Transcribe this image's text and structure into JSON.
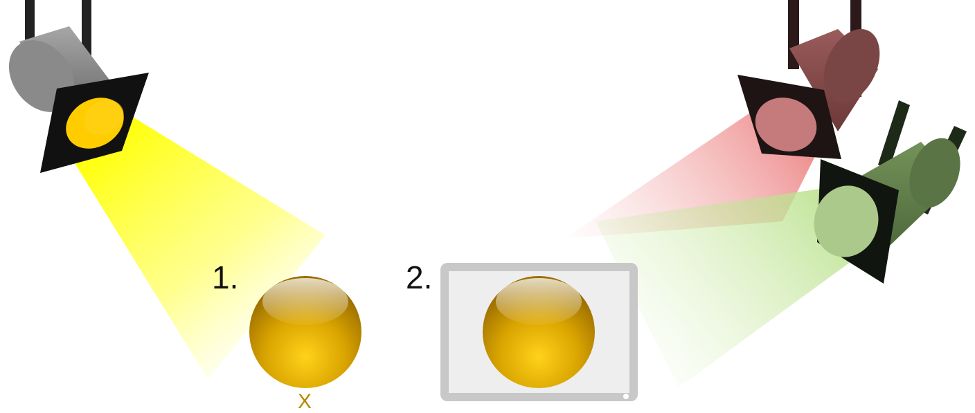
{
  "labels": {
    "first": "1.",
    "second": "2.",
    "bottom_partial": "X"
  },
  "colors": {
    "yellow_light": "#ffff00",
    "red_light": "#e96a6a",
    "green_light": "#b8e08a",
    "sphere_gold": "#d8a600",
    "frame_gray": "#c8c8c8",
    "frame_inner": "#eeeeee"
  },
  "icons": {
    "left_spotlight": "spotlight-yellow-icon",
    "right_spotlight_red": "spotlight-red-icon",
    "right_spotlight_green": "spotlight-green-icon",
    "sphere": "gold-sphere-icon",
    "frame": "display-frame-icon"
  }
}
